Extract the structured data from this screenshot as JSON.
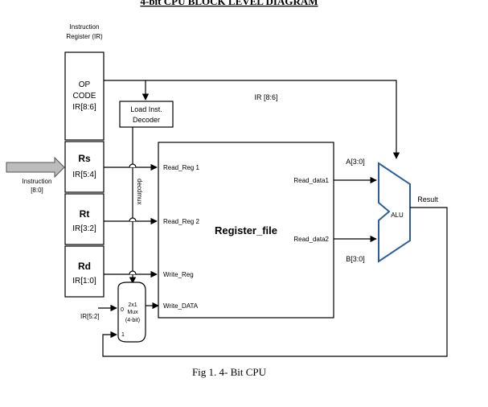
{
  "title": "4-bit CPU BLOCK LEVEL DIAGRAM",
  "caption": "Fig 1. 4- Bit CPU",
  "ir": {
    "label_line1": "Instruction",
    "label_line2": "Register (IR)",
    "opcode_line1": "OP",
    "opcode_line2": "CODE",
    "opcode_line3": "IR[8:6]",
    "rs": "Rs",
    "rs_bits": "IR[5:4]",
    "rt": "Rt",
    "rt_bits": "IR[3:2]",
    "rd": "Rd",
    "rd_bits": "IR[1:0]"
  },
  "instruction_input": {
    "line1": "Instruction",
    "line2": "[8:0]"
  },
  "decoder": {
    "line1": "Load Inst.",
    "line2": "Decoder"
  },
  "decdmux_label": "decdmux",
  "ir86_label": "IR [8:6]",
  "register_file": {
    "title": "Register_file",
    "read_reg1": "Read_Reg 1",
    "read_reg2": "Read_Reg 2",
    "write_reg": "Write_Reg",
    "write_data": "Write_DATA",
    "read_data1": "Read_data1",
    "read_data2": "Read_data2"
  },
  "mux": {
    "line1": "2x1",
    "line2": "Mux",
    "line3": "(4-bit)",
    "in0": "0",
    "in1": "1",
    "input_label": "IR[5:2]"
  },
  "alu": {
    "label": "ALU",
    "a_label": "A[3:0]",
    "b_label": "B[3:0]",
    "result_label": "Result"
  }
}
